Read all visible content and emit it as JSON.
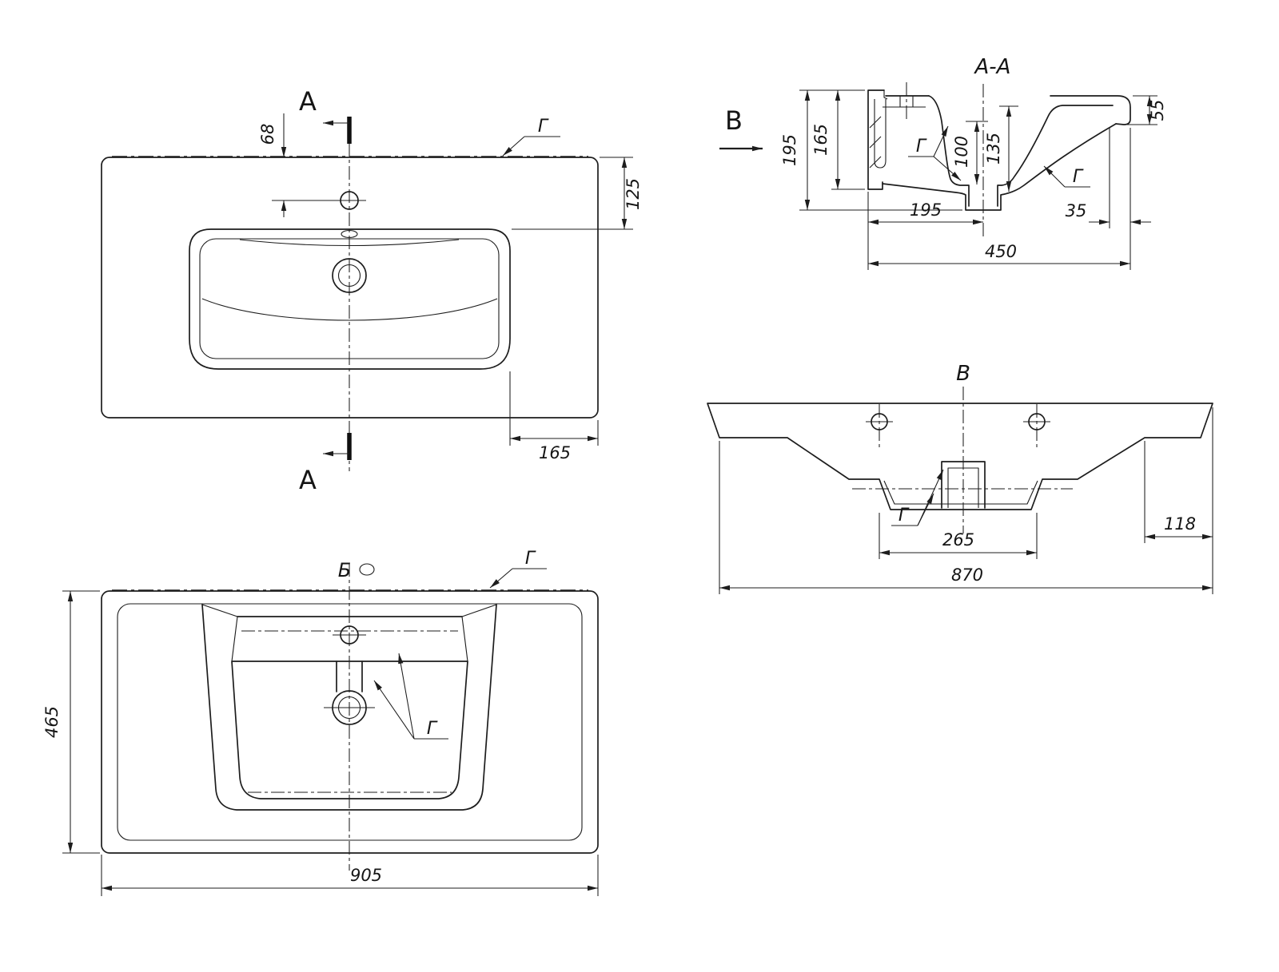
{
  "drawing": {
    "plan": {
      "section_letter_top": "A",
      "section_letter_bottom": "A",
      "surface_label": "Г",
      "dim_hole_offset": "68",
      "dim_rim_depth": "125",
      "dim_right_margin": "165"
    },
    "bottom": {
      "detail_letter": "Б",
      "surface_label_edge": "Г",
      "surface_label_inner": "Г",
      "dim_depth": "465",
      "dim_width": "905"
    },
    "section": {
      "title": "A-A",
      "view_letter": "B",
      "surface_label_inner": "Г",
      "surface_label_under": "Г",
      "dim_height_total": "195",
      "dim_height_back": "165",
      "dim_bowl_depth": "100",
      "dim_drain_depth": "135",
      "dim_front_edge": "55",
      "dim_back_to_drain": "195",
      "dim_front_offset": "35",
      "dim_depth_total": "450"
    },
    "front": {
      "title": "В",
      "surface_label": "Г",
      "dim_drain_width": "265",
      "dim_right_margin": "118",
      "dim_width": "870"
    }
  }
}
